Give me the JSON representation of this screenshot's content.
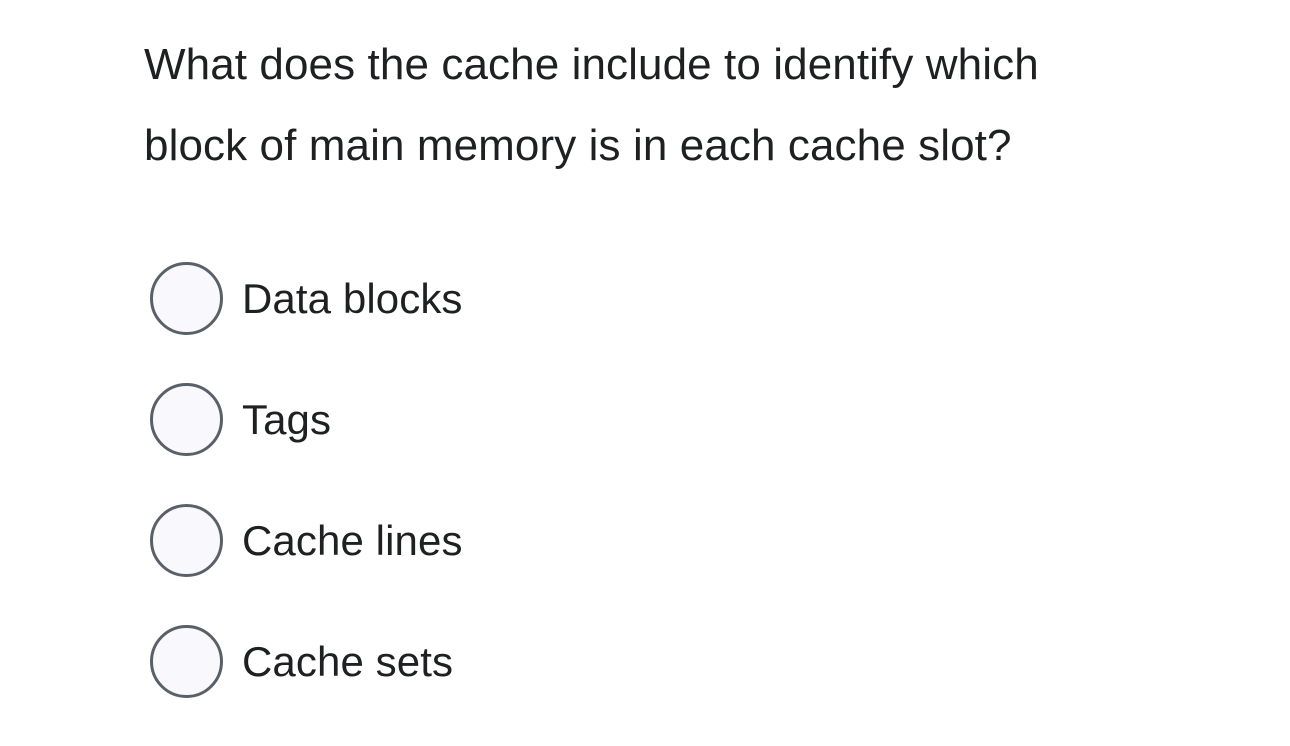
{
  "page": {
    "background_color": "#ffffff",
    "text_color": "#1e2022"
  },
  "question": {
    "text": "What does the cache include to identify which block of main memory is in each cache slot?"
  },
  "options": {
    "input_type": "radio",
    "selected_index": null,
    "radio_border_color": "#5a6068",
    "radio_fill_color": "#f8f8fd",
    "items": [
      {
        "label": "Data blocks",
        "selected": false
      },
      {
        "label": "Tags",
        "selected": false
      },
      {
        "label": "Cache lines",
        "selected": false
      },
      {
        "label": "Cache sets",
        "selected": false
      }
    ]
  }
}
